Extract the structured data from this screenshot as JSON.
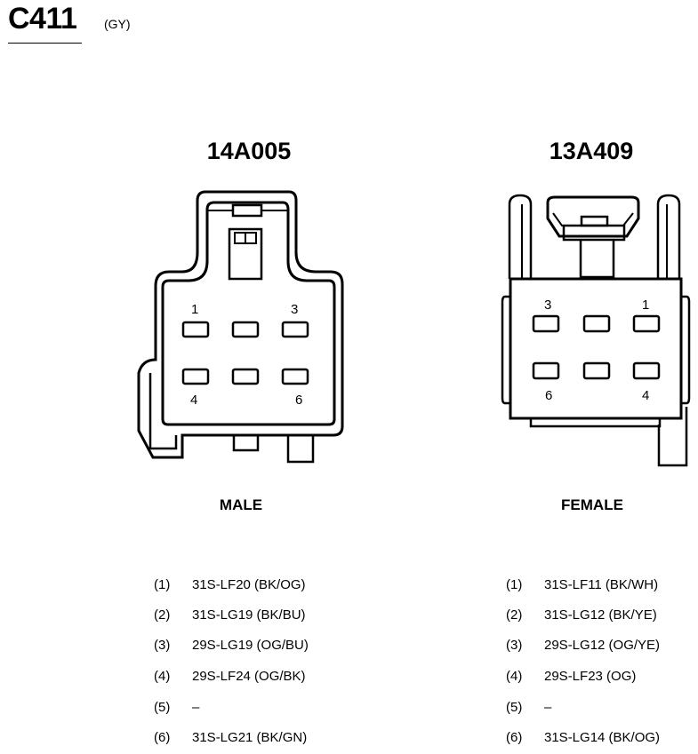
{
  "connector": {
    "id": "C411",
    "color": "(GY)"
  },
  "left": {
    "part": "14A005",
    "gender": "MALE",
    "cavity_labels": {
      "p1": "1",
      "p3": "3",
      "p4": "4",
      "p6": "6"
    },
    "pins": [
      {
        "num": "(1)",
        "circuit": "31S-LF20 (BK/OG)"
      },
      {
        "num": "(2)",
        "circuit": "31S-LG19 (BK/BU)"
      },
      {
        "num": "(3)",
        "circuit": "29S-LG19 (OG/BU)"
      },
      {
        "num": "(4)",
        "circuit": "29S-LF24 (OG/BK)"
      },
      {
        "num": "(5)",
        "circuit": "–"
      },
      {
        "num": "(6)",
        "circuit": "31S-LG21 (BK/GN)"
      }
    ]
  },
  "right": {
    "part": "13A409",
    "gender": "FEMALE",
    "cavity_labels": {
      "p3": "3",
      "p1": "1",
      "p6": "6",
      "p4": "4"
    },
    "pins": [
      {
        "num": "(1)",
        "circuit": "31S-LF11 (BK/WH)"
      },
      {
        "num": "(2)",
        "circuit": "31S-LG12 (BK/YE)"
      },
      {
        "num": "(3)",
        "circuit": "29S-LG12 (OG/YE)"
      },
      {
        "num": "(4)",
        "circuit": "29S-LF23 (OG)"
      },
      {
        "num": "(5)",
        "circuit": "–"
      },
      {
        "num": "(6)",
        "circuit": "31S-LG14 (BK/OG)"
      }
    ]
  }
}
